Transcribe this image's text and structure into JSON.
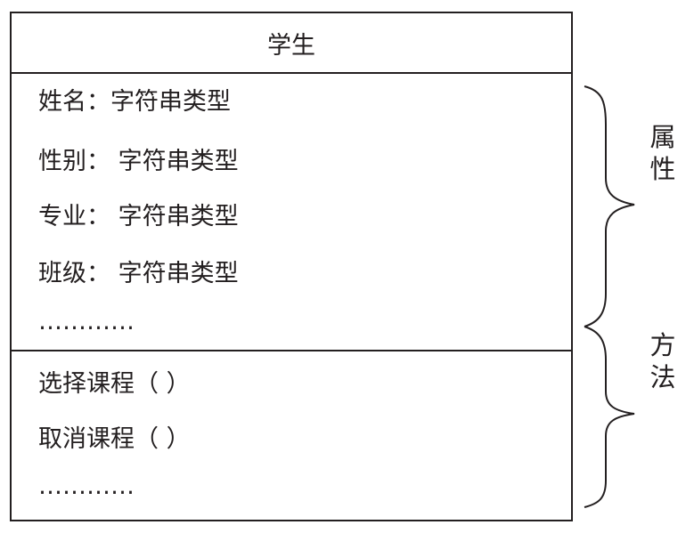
{
  "class_name": "学生",
  "attributes": [
    "姓名：字符串类型",
    "性别： 字符串类型",
    "专业： 字符串类型",
    "班级： 字符串类型",
    "…………"
  ],
  "methods": [
    "选择课程（ ）",
    "取消课程（ ）",
    "…………"
  ],
  "labels": {
    "attributes_char1": "属",
    "attributes_char2": "性",
    "methods_char1": "方",
    "methods_char2": "法"
  },
  "colors": {
    "ink": "#231f20",
    "background": "#ffffff"
  }
}
